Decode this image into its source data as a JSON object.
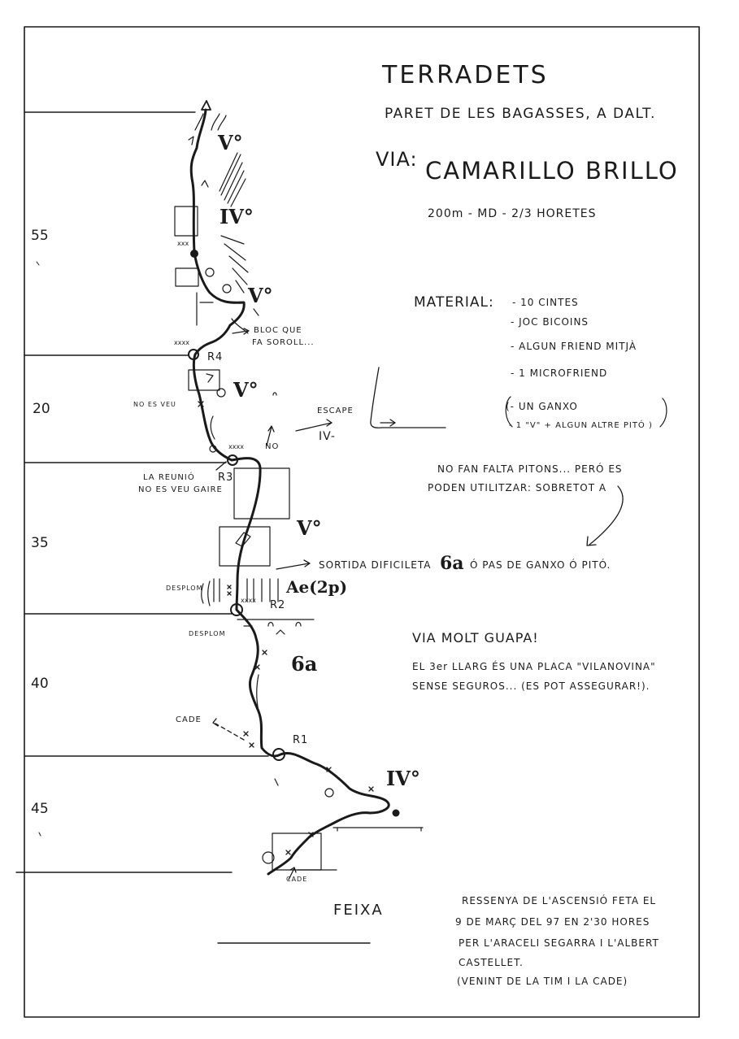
{
  "header": {
    "title": "TERRADETS",
    "subtitle": "PARET DE LES BAGASSES, A DALT.",
    "via_prefix": "VIA:",
    "route_name": "CAMARILLO BRILLO",
    "route_info": "200m - MD - 2/3 HORETES"
  },
  "material": {
    "label": "MATERIAL:",
    "items": [
      "- 10 CINTES",
      "- JOC BICOINS",
      "- ALGUN FRIEND MITJÀ",
      "- 1 MICROFRIEND",
      "(- UN GANXO",
      "- 1 \"V\" + ALGUN ALTRE PITÓ )"
    ]
  },
  "notes": {
    "pitons_line1": "NO FAN FALTA PITONS... PERÓ ES",
    "pitons_line2": "PODEN UTILITZAR: SOBRETOT A",
    "exit": "SORTIDA DIFICILETA",
    "exit_grade": "6a",
    "exit_alt": "Ó PAS DE GANXO Ó PITÓ.",
    "comment_title": "VIA MOLT GUAPA!",
    "comment_line1": "EL 3er LLARG ÉS UNA PLACA \"VILANOVINA\"",
    "comment_line2": "SENSE SEGUROS... (ES POT ASSEGURAR!).",
    "credits_line1": "RESSENYA DE L'ASCENSIÓ FETA EL",
    "credits_line2": "9 DE MARÇ DEL 97 EN 2'30 HORES",
    "credits_line3": "PER L'ARACELI SEGARRA I L'ALBERT",
    "credits_line4": "CASTELLET.",
    "credits_line5": "(VENINT DE LA TIM I LA CADE)"
  },
  "topo": {
    "pitch_lengths": [
      "55",
      "20",
      "35",
      "40",
      "45"
    ],
    "grades": [
      "V°",
      "IV°",
      "V°",
      "V°",
      "V°",
      "Ae(2p)",
      "6a",
      "IV°"
    ],
    "belays": [
      "R4",
      "R3",
      "R2",
      "R1"
    ],
    "labels": {
      "bloc1": "BLOC QUE",
      "bloc2": "FA SOROLL...",
      "no_es_veu": "NO ES VEU",
      "escape": "ESCAPE",
      "escape_grade": "IV-",
      "no": "NO",
      "reunio1": "LA REUNIÓ",
      "reunio2": "NO ES VEU GAIRE",
      "desplom1": "DESPLOM",
      "desplom2": "DESPLOM",
      "cade_left": "CADE",
      "cade_start": "CADE",
      "feixa": "FEIXA"
    }
  }
}
